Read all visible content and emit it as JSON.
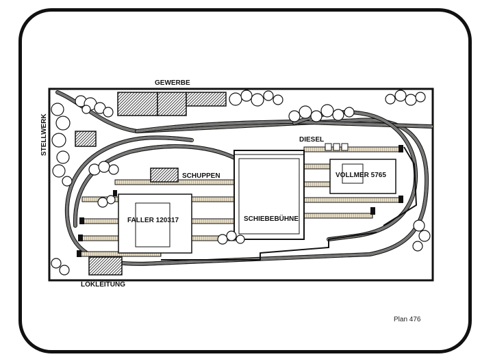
{
  "labels": {
    "gewerbe": "GEWERBE",
    "stellwerk": "STELLWERK",
    "diesel": "DIESEL",
    "schuppen": "SCHUPPEN",
    "vollmer": "VOLLMER 5765",
    "faller": "FALLER 120317",
    "schiebebuehne": "SCHIEBEBÜHNE",
    "lokleitung": "LOKLEITUNG"
  },
  "plan_number": "Plan 476",
  "colors": {
    "ink": "#111111",
    "track_fill": "#e6dcc4",
    "tree_fill": "#ffffff",
    "building": "#2a2a2a"
  }
}
